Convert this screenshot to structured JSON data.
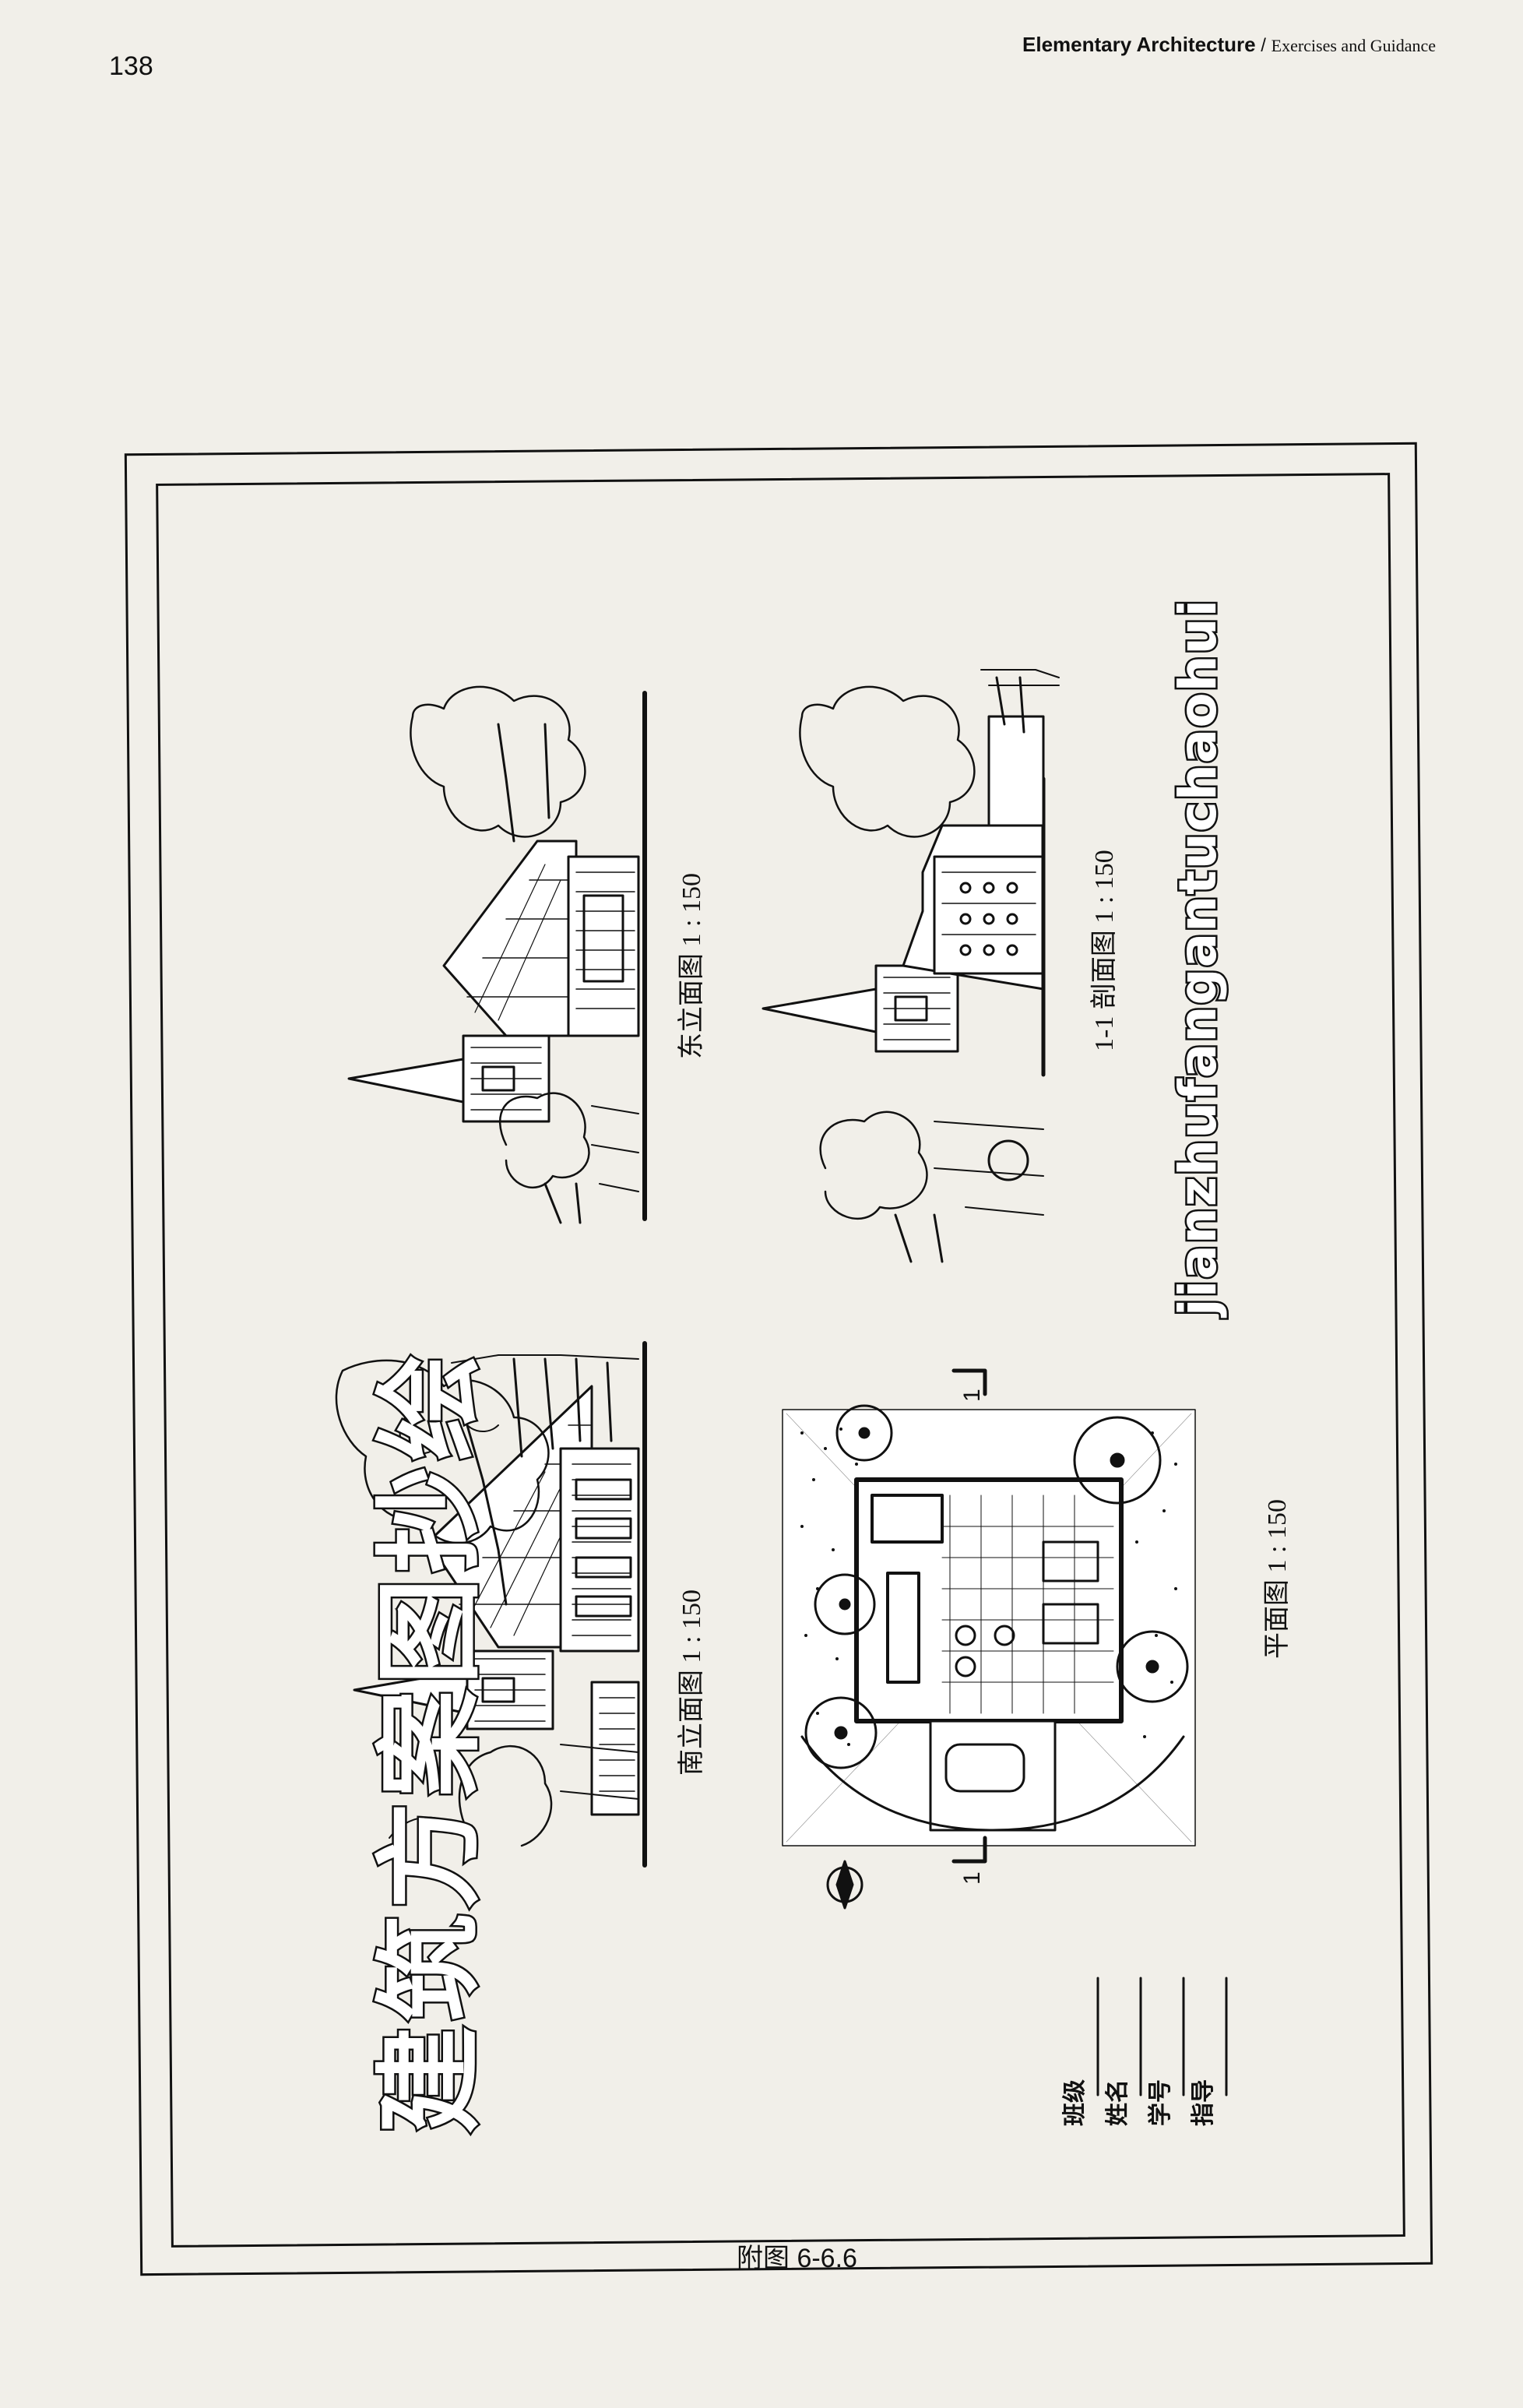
{
  "header": {
    "page_number": "138",
    "book_title": "Elementary Architecture",
    "separator": "/",
    "subtitle": "Exercises and Guidance"
  },
  "figure": {
    "caption": "附图 6-6.6",
    "drawing_labels": {
      "south_elevation": "南立面图 1 : 150",
      "east_elevation": "东立面图 1 : 150",
      "section": "1-1 剖面图 1 : 150",
      "floor_plan": "平面图 1 : 150"
    },
    "pinyin_title": "jianzhufangantuchaohui",
    "main_title": "建筑方案图抄绘",
    "section_marks": [
      "1",
      "1"
    ],
    "fields": [
      "班级",
      "姓名",
      "学号",
      "指导"
    ]
  }
}
